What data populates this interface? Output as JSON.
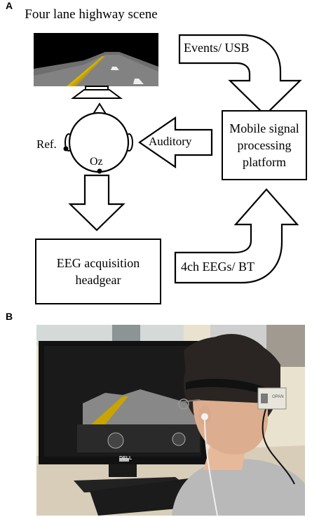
{
  "panel_a": {
    "label": "A",
    "scene_title": "Four lane highway scene",
    "events_label": "Events/ USB",
    "platform_lines": [
      "Mobile signal",
      "processing",
      "platform"
    ],
    "auditory_label": "Auditory",
    "ref_label": "Ref.",
    "oz_label": "Oz",
    "eeg_lines": [
      "EEG acquisition",
      "headgear"
    ],
    "bt_label": "4ch EEGs/ BT"
  },
  "panel_b": {
    "label": "B",
    "device_text": "OPAN",
    "monitor_brand": "DELL"
  },
  "colors": {
    "road_line": "#d9b500",
    "sky": "#000000",
    "wall": "#e9e2cf",
    "desk": "#d8cdb8",
    "shirt": "#b9b9b9",
    "hair": "#2a2522"
  }
}
